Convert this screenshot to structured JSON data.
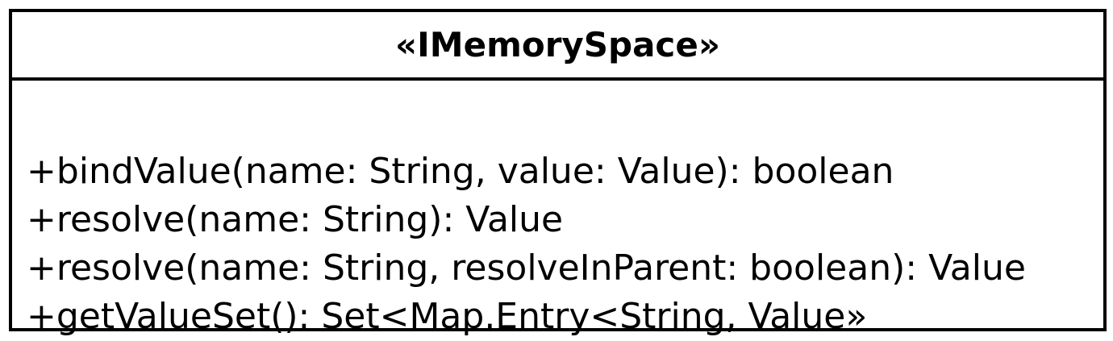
{
  "class_box": {
    "name": "«IMemorySpace»",
    "methods": [
      "+bindValue(name: String, value: Value): boolean",
      "+resolve(name: String): Value",
      "+resolve(name: String, resolveInParent: boolean): Value",
      "+getValueSet(): Set<Map.Entry<String, Value»"
    ]
  }
}
